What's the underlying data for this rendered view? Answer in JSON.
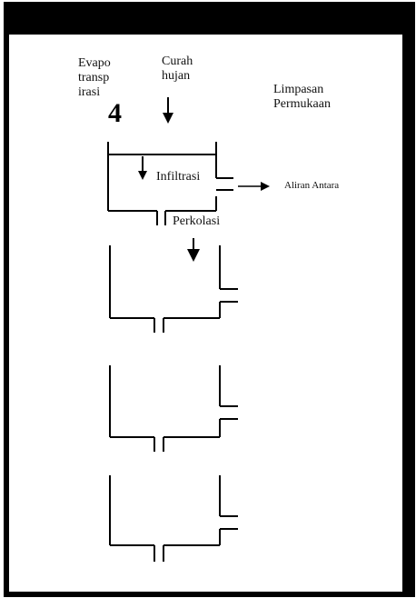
{
  "labels": {
    "evapotranspirasi": "Evapo\ntransp\nirasi",
    "number": "4",
    "curah_hujan": "Curah\nhujan",
    "limpasan_permukaan": "Limpasan\nPermukaan",
    "infiltrasi": "Infiltrasi",
    "aliran_antara": "Aliran Antara",
    "perkolasi": "Perkolasi"
  }
}
